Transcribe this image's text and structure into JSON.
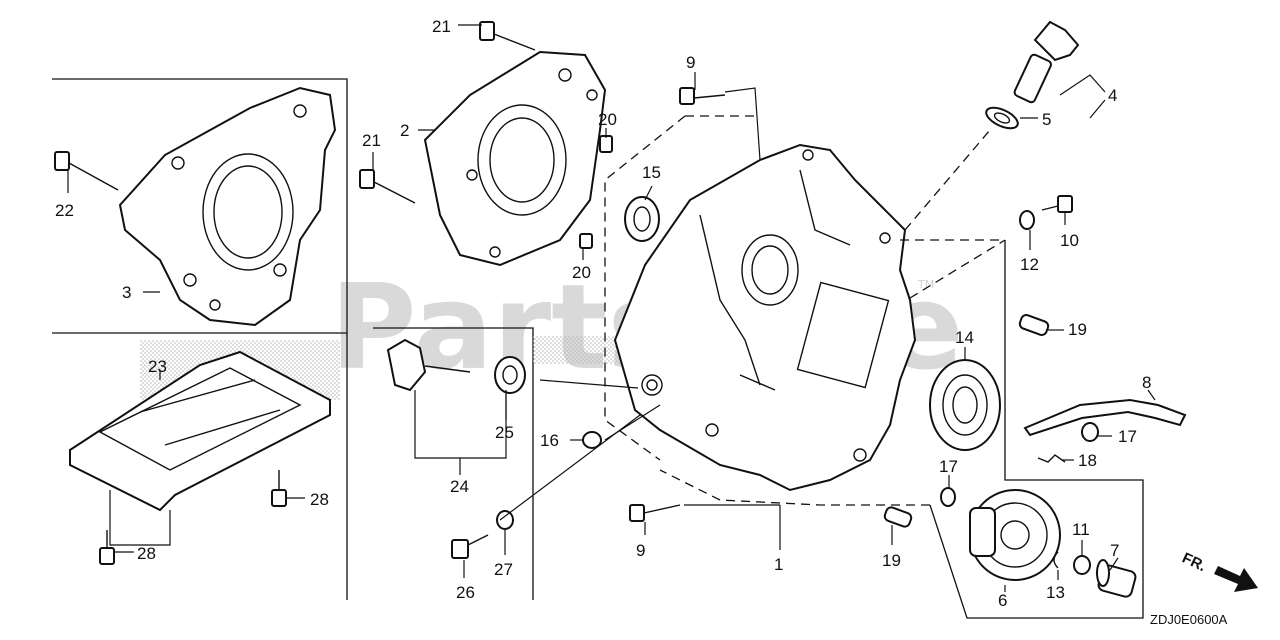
{
  "watermark": {
    "text": "PartsTree",
    "trademark": "TM"
  },
  "diagram_code": "ZDJ0E0600A",
  "direction_label": "FR.",
  "callouts": {
    "c1": "1",
    "c2": "2",
    "c3": "3",
    "c4": "4",
    "c5": "5",
    "c6": "6",
    "c7": "7",
    "c8": "8",
    "c9a": "9",
    "c9b": "9",
    "c10": "10",
    "c11": "11",
    "c12": "12",
    "c13": "13",
    "c14": "14",
    "c15": "15",
    "c16": "16",
    "c17a": "17",
    "c17b": "17",
    "c18": "18",
    "c19a": "19",
    "c19b": "19",
    "c20a": "20",
    "c20b": "20",
    "c21a": "21",
    "c21b": "21",
    "c22": "22",
    "c23": "23",
    "c24": "24",
    "c25": "25",
    "c26": "26",
    "c27": "27",
    "c28a": "28",
    "c28b": "28"
  }
}
